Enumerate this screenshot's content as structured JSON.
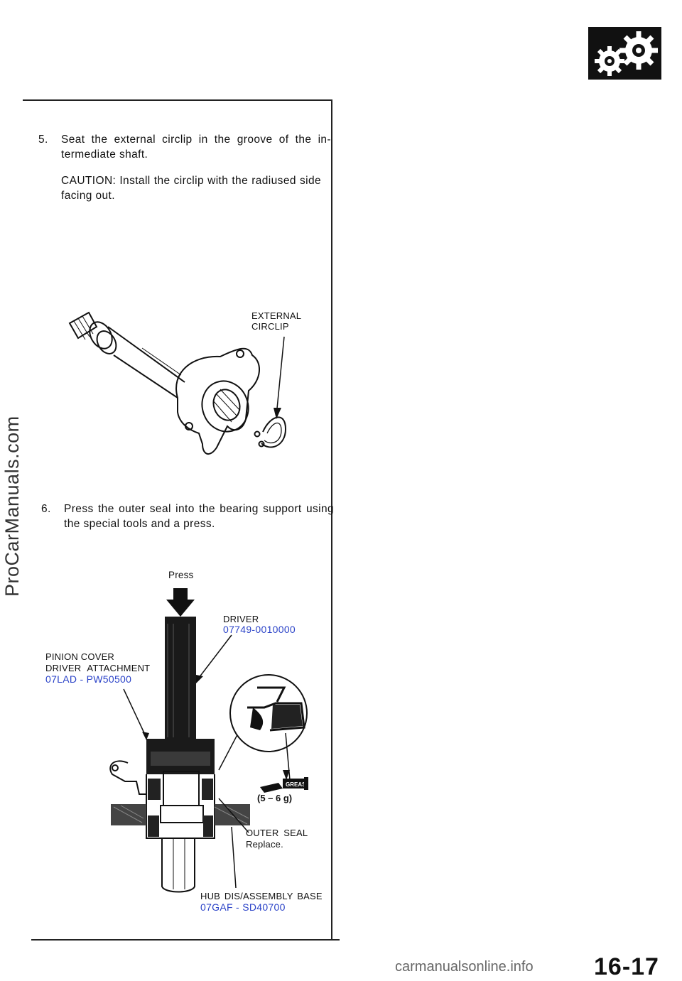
{
  "steps": {
    "s5": {
      "number": "5.",
      "text": "Seat the external circlip in the groove of the in-termediate shaft.",
      "caution": "CAUTION: Install the circlip with the radiused side facing out."
    },
    "s6": {
      "number": "6.",
      "text": "Press the outer seal into the bearing support using the special tools and a press."
    }
  },
  "figure1": {
    "label_line1": "EXTERNAL",
    "label_line2": "CIRCLIP"
  },
  "figure2": {
    "press_label": "Press",
    "driver_label": "DRIVER",
    "driver_code": "07749-0010000",
    "pinion_line1": "PINION COVER",
    "pinion_line2": "DRIVER ATTACHMENT",
    "pinion_code": "07LAD - PW50500",
    "grease_label": "GREASE",
    "grease_amount": "(5 – 6 g)",
    "outer_seal_line1": "OUTER SEAL",
    "outer_seal_line2": "Replace.",
    "hub_label": "HUB DIS/ASSEMBLY BASE",
    "hub_code": "07GAF - SD40700"
  },
  "page_number": "16-17",
  "watermarks": {
    "side": "ProCarManuals.com",
    "bottom": "carmanualsonline.info"
  },
  "colors": {
    "tool_code": "#2b43c8",
    "ink": "#111111"
  }
}
